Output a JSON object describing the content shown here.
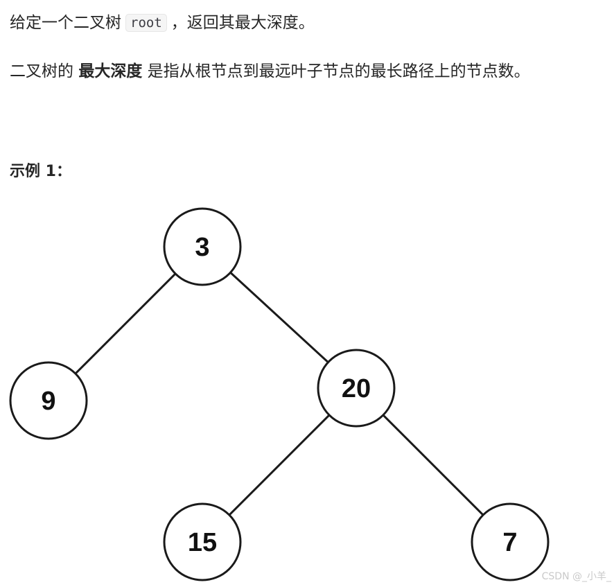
{
  "problem": {
    "line1_before": "给定一个二叉树",
    "line1_code": "root",
    "line1_after": "，返回其最大深度。",
    "line2_before": "二叉树的",
    "line2_bold": "最大深度",
    "line2_after": "是指从根节点到最远叶子节点的最长路径上的节点数。"
  },
  "example": {
    "title": "示例 1：",
    "tree": {
      "nodes": [
        {
          "id": "n3",
          "label": "3"
        },
        {
          "id": "n9",
          "label": "9"
        },
        {
          "id": "n20",
          "label": "20"
        },
        {
          "id": "n15",
          "label": "15"
        },
        {
          "id": "n7",
          "label": "7"
        }
      ],
      "edges": [
        {
          "from": "n3",
          "to": "n9"
        },
        {
          "from": "n3",
          "to": "n20"
        },
        {
          "from": "n20",
          "to": "n15"
        },
        {
          "from": "n20",
          "to": "n7"
        }
      ]
    }
  },
  "watermark": "CSDN @_小羊_"
}
